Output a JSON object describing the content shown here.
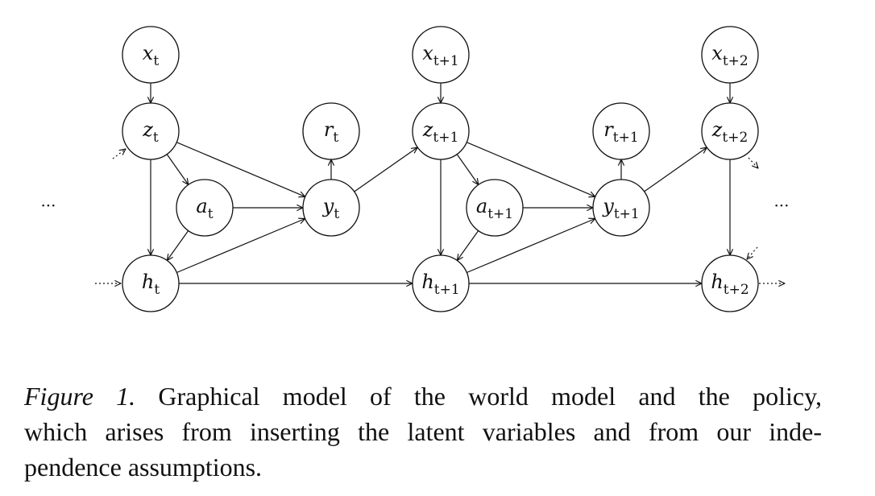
{
  "nodes": [
    {
      "id": "x_t",
      "base": "x",
      "sub": "t"
    },
    {
      "id": "z_t",
      "base": "z",
      "sub": "t"
    },
    {
      "id": "a_t",
      "base": "a",
      "sub": "t"
    },
    {
      "id": "r_t",
      "base": "r",
      "sub": "t"
    },
    {
      "id": "y_t",
      "base": "y",
      "sub": "t"
    },
    {
      "id": "h_t",
      "base": "h",
      "sub": "t"
    },
    {
      "id": "x_t+1",
      "base": "x",
      "sub": "t+1"
    },
    {
      "id": "z_t+1",
      "base": "z",
      "sub": "t+1"
    },
    {
      "id": "a_t+1",
      "base": "a",
      "sub": "t+1"
    },
    {
      "id": "r_t+1",
      "base": "r",
      "sub": "t+1"
    },
    {
      "id": "y_t+1",
      "base": "y",
      "sub": "t+1"
    },
    {
      "id": "h_t+1",
      "base": "h",
      "sub": "t+1"
    },
    {
      "id": "x_t+2",
      "base": "x",
      "sub": "t+2"
    },
    {
      "id": "z_t+2",
      "base": "z",
      "sub": "t+2"
    },
    {
      "id": "h_t+2",
      "base": "h",
      "sub": "t+2"
    }
  ],
  "edges": [
    {
      "from": "x_t",
      "to": "z_t"
    },
    {
      "from": "z_t",
      "to": "a_t"
    },
    {
      "from": "z_t",
      "to": "y_t"
    },
    {
      "from": "z_t",
      "to": "h_t"
    },
    {
      "from": "a_t",
      "to": "y_t"
    },
    {
      "from": "a_t",
      "to": "h_t"
    },
    {
      "from": "h_t",
      "to": "y_t"
    },
    {
      "from": "y_t",
      "to": "r_t"
    },
    {
      "from": "y_t",
      "to": "z_t+1"
    },
    {
      "from": "h_t",
      "to": "h_t+1"
    },
    {
      "from": "x_t+1",
      "to": "z_t+1"
    },
    {
      "from": "z_t+1",
      "to": "a_t+1"
    },
    {
      "from": "z_t+1",
      "to": "y_t+1"
    },
    {
      "from": "z_t+1",
      "to": "h_t+1"
    },
    {
      "from": "a_t+1",
      "to": "y_t+1"
    },
    {
      "from": "a_t+1",
      "to": "h_t+1"
    },
    {
      "from": "h_t+1",
      "to": "y_t+1"
    },
    {
      "from": "y_t+1",
      "to": "r_t+1"
    },
    {
      "from": "y_t+1",
      "to": "z_t+2"
    },
    {
      "from": "h_t+1",
      "to": "h_t+2"
    },
    {
      "from": "x_t+2",
      "to": "z_t+2"
    },
    {
      "from": "z_t+2",
      "to": "h_t+2"
    }
  ],
  "ellipsis_left": "···",
  "ellipsis_right": "···",
  "caption": {
    "label": "Figure 1.",
    "line1": "Graphical model of the world model and the policy,",
    "line2": "which arises from inserting the latent variables and from our inde-",
    "line3": "pendence assumptions."
  }
}
